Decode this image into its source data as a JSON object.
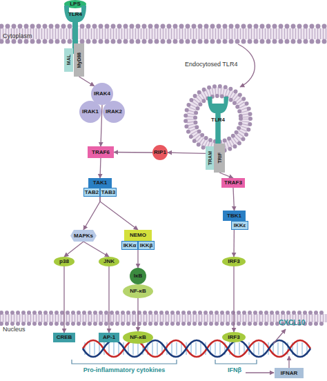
{
  "diagram": {
    "nodes": [
      {
        "text": [
          "LPS"
        ]
      },
      {
        "text": [
          "TLR4"
        ]
      },
      {
        "text": [
          "MAL"
        ]
      },
      {
        "text": [
          "MyD88"
        ]
      },
      {
        "text": [
          "TLR4"
        ]
      },
      {
        "text": [
          "TRAM"
        ]
      },
      {
        "text": [
          "TRIF"
        ]
      },
      {
        "text": [
          "IRAK4"
        ]
      },
      {
        "text": [
          "IRAK1"
        ]
      },
      {
        "text": [
          "IRAK2"
        ]
      },
      {
        "text": [
          "TRAF6"
        ]
      },
      {
        "text": [
          "RIP1"
        ]
      },
      {
        "text": [
          "TRAF3"
        ]
      },
      {
        "text": [
          "TAK1"
        ]
      },
      {
        "text": [
          "TAB2"
        ]
      },
      {
        "text": [
          "TAB3"
        ]
      },
      {
        "text": [
          "TBK1"
        ]
      },
      {
        "text": [
          "IKKε"
        ]
      },
      {
        "text": [
          "MAPKs"
        ]
      },
      {
        "text": [
          "NEMO"
        ]
      },
      {
        "text": [
          "IKKα"
        ]
      },
      {
        "text": [
          "IKKβ"
        ]
      },
      {
        "text": [
          "p38"
        ]
      },
      {
        "text": [
          "JNK"
        ]
      },
      {
        "text": [
          "IRF3"
        ]
      },
      {
        "text": [
          "IκB"
        ]
      },
      {
        "text": [
          "NF-κB"
        ]
      },
      {
        "text": [
          "CREB"
        ]
      },
      {
        "text": [
          "AP-1"
        ]
      },
      {
        "text": [
          "NF-κB"
        ]
      },
      {
        "text": [
          "IRF3"
        ]
      },
      {
        "text": [
          "IFNAR"
        ]
      }
    ],
    "edges": [
      {
        "from": 3,
        "to": 7,
        "arrow": "to"
      },
      {
        "from": 7,
        "to": 10,
        "arrow": "to"
      },
      {
        "from": 6,
        "to": 11,
        "arrow": "to"
      },
      {
        "from": 11,
        "to": 10,
        "arrow": "to"
      },
      {
        "from": 6,
        "to": 12,
        "arrow": "to"
      },
      {
        "from": 10,
        "to": 13,
        "arrow": "to"
      },
      {
        "from": 12,
        "to": 16,
        "arrow": "to"
      },
      {
        "from": 13,
        "to": 18,
        "arrow": "to"
      },
      {
        "from": 13,
        "to": 19,
        "arrow": "to"
      },
      {
        "from": 18,
        "to": 22,
        "arrow": "to"
      },
      {
        "from": 18,
        "to": 23,
        "arrow": "to"
      },
      {
        "from": 19,
        "to": 25,
        "arrow": "to"
      },
      {
        "from": 16,
        "to": 24,
        "arrow": "to"
      },
      {
        "from": 22,
        "to": 27,
        "arrow": "to"
      },
      {
        "from": 23,
        "to": 28,
        "arrow": "to"
      },
      {
        "from": 26,
        "to": 29,
        "arrow": "to"
      },
      {
        "from": 24,
        "to": 30,
        "arrow": "to"
      }
    ],
    "labels": [
      "Cytoplasm",
      "Endocytosed TLR4",
      "Nucleus",
      "CXCL10",
      "Pro-inflammatory cytokines",
      "IFNβ"
    ]
  }
}
